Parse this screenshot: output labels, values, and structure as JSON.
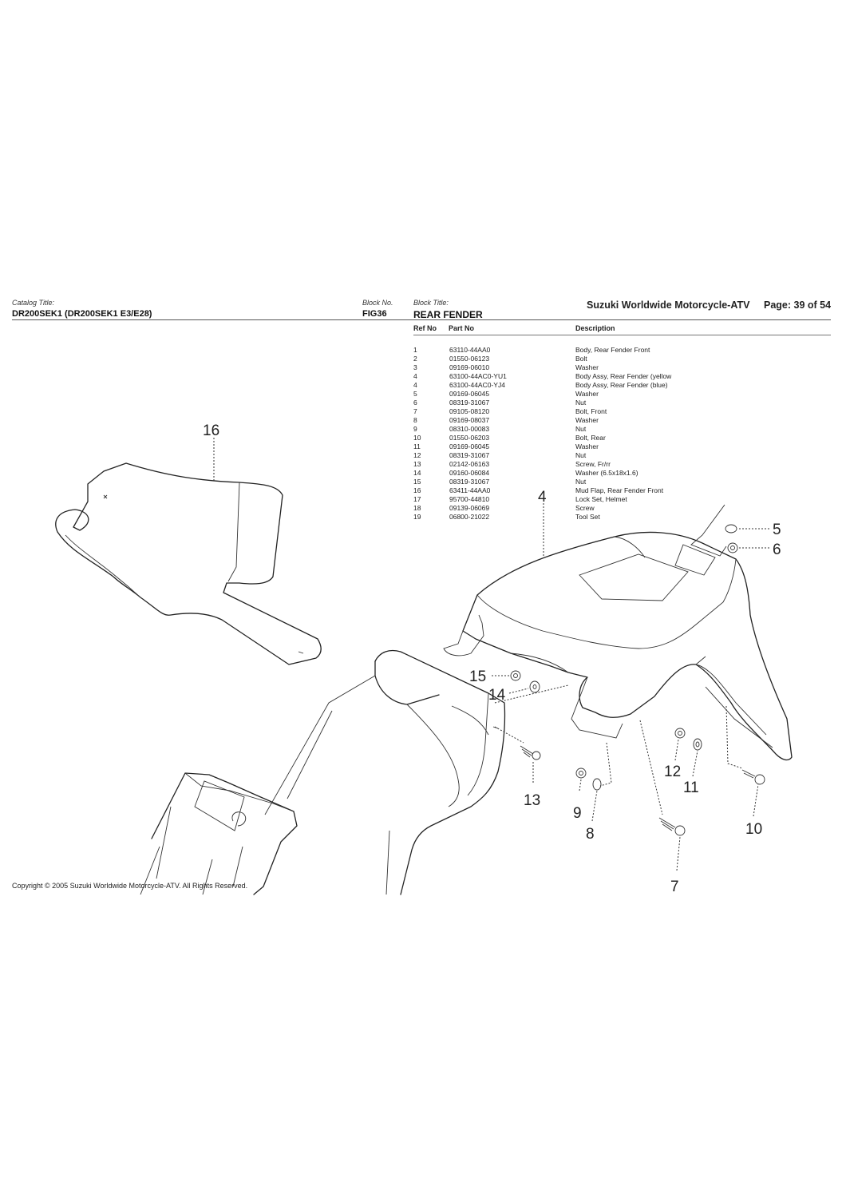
{
  "header": {
    "catalog_title_label": "Catalog Title:",
    "catalog_title": "DR200SEK1 (DR200SEK1 E3/E28)",
    "block_no_label": "Block No.",
    "block_no": "FIG36",
    "block_title_label": "Block Title:",
    "block_title": "REAR FENDER",
    "brand": "Suzuki Worldwide Motorcycle-ATV",
    "page": "Page: 39 of 54"
  },
  "table": {
    "columns": [
      "Ref No",
      "Part No",
      "Description"
    ],
    "rows": [
      {
        "ref": "1",
        "part": "63110-44AA0",
        "desc": "Body, Rear Fender Front"
      },
      {
        "ref": "2",
        "part": "01550-06123",
        "desc": "Bolt"
      },
      {
        "ref": "3",
        "part": "09169-06010",
        "desc": "Washer"
      },
      {
        "ref": "4",
        "part": "63100-44AC0-YU1",
        "desc": "Body Assy, Rear Fender (yellow"
      },
      {
        "ref": "4",
        "part": "63100-44AC0-YJ4",
        "desc": "Body Assy, Rear Fender (blue)"
      },
      {
        "ref": "5",
        "part": "09169-06045",
        "desc": "Washer"
      },
      {
        "ref": "6",
        "part": "08319-31067",
        "desc": "Nut"
      },
      {
        "ref": "7",
        "part": "09105-08120",
        "desc": "Bolt, Front"
      },
      {
        "ref": "8",
        "part": "09169-08037",
        "desc": "Washer"
      },
      {
        "ref": "9",
        "part": "08310-00083",
        "desc": "Nut"
      },
      {
        "ref": "10",
        "part": "01550-06203",
        "desc": "Bolt, Rear"
      },
      {
        "ref": "11",
        "part": "09169-06045",
        "desc": "Washer"
      },
      {
        "ref": "12",
        "part": "08319-31067",
        "desc": "Nut"
      },
      {
        "ref": "13",
        "part": "02142-06163",
        "desc": "Screw, Fr/rr"
      },
      {
        "ref": "14",
        "part": "09160-06084",
        "desc": "Washer (6.5x18x1.6)"
      },
      {
        "ref": "15",
        "part": "08319-31067",
        "desc": "Nut"
      },
      {
        "ref": "16",
        "part": "63411-44AA0",
        "desc": "Mud Flap, Rear Fender Front"
      },
      {
        "ref": "17",
        "part": "95700-44810",
        "desc": "Lock Set, Helmet"
      },
      {
        "ref": "18",
        "part": "09139-06069",
        "desc": "Screw"
      },
      {
        "ref": "19",
        "part": "06800-21022",
        "desc": "Tool Set"
      }
    ]
  },
  "diagram": {
    "callouts": [
      "16",
      "4",
      "5",
      "6",
      "15",
      "14",
      "13",
      "12",
      "11",
      "9",
      "8",
      "10",
      "7"
    ]
  },
  "footer": {
    "copyright": "Copyright © 2005  Suzuki Worldwide Motorcycle-ATV.  All Rights Reserved."
  }
}
